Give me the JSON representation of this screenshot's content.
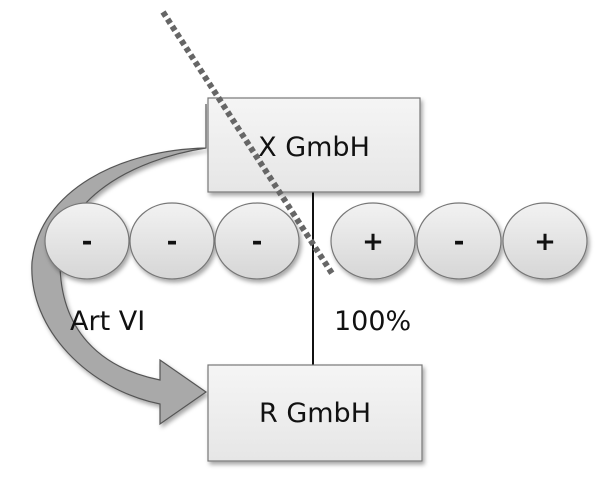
{
  "diagram": {
    "parent_entity": {
      "label": "X GmbH"
    },
    "subsidiary_entity": {
      "label": "R GmbH"
    },
    "ownership": {
      "label": "100%"
    },
    "transfer_arrow": {
      "label": "Art VI"
    },
    "circles": [
      {
        "sign": "-"
      },
      {
        "sign": "-"
      },
      {
        "sign": "-"
      },
      {
        "sign": "+"
      },
      {
        "sign": "-"
      },
      {
        "sign": "+"
      }
    ],
    "colors": {
      "box_fill": "#eeeeee",
      "circle_fill": "#e3e3e3",
      "arrow_fill": "#a9a9a9",
      "dotted_line": "#666666"
    }
  }
}
